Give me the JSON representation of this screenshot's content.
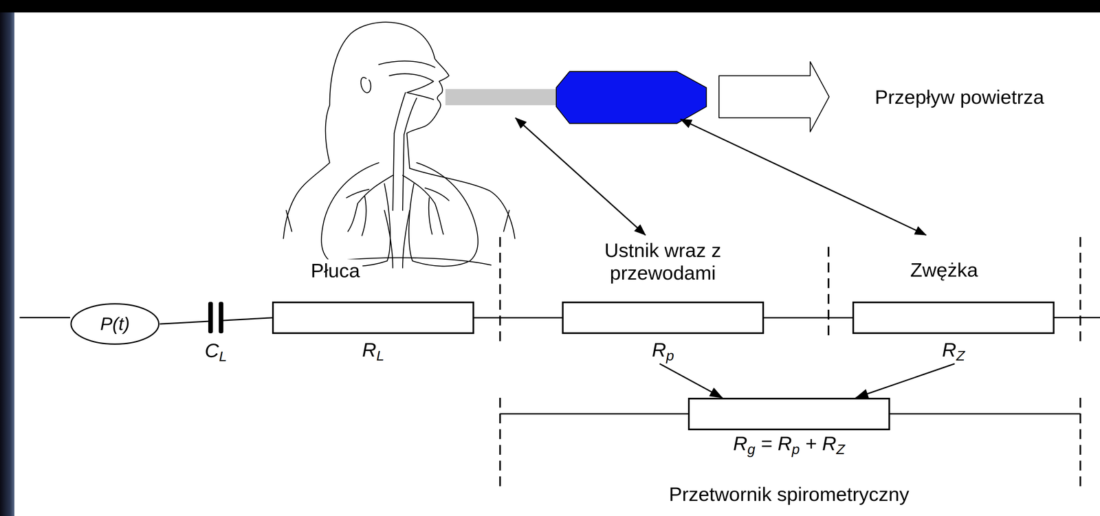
{
  "diagram": {
    "nodes": [
      {
        "text": [
          "P(t)"
        ]
      },
      {
        "text": [
          "RL"
        ]
      },
      {
        "text": [
          "Rp"
        ]
      },
      {
        "text": [
          "RZ"
        ]
      },
      {
        "text": [
          "Rg = Rp + RZ",
          "Przetwornik spirometryczny"
        ]
      }
    ],
    "edges": [
      {
        "from": 0,
        "to": 1,
        "arrow": "none"
      },
      {
        "from": 1,
        "to": 2,
        "arrow": "none"
      },
      {
        "from": 2,
        "to": 3,
        "arrow": "none"
      },
      {
        "from": 2,
        "to": 4,
        "arrow": "to"
      },
      {
        "from": 3,
        "to": 4,
        "arrow": "to"
      }
    ],
    "labels": [
      "Przepływ powietrza",
      "Płuca",
      "Ustnik wraz z przewodami",
      "Zwężka",
      "CL"
    ]
  }
}
